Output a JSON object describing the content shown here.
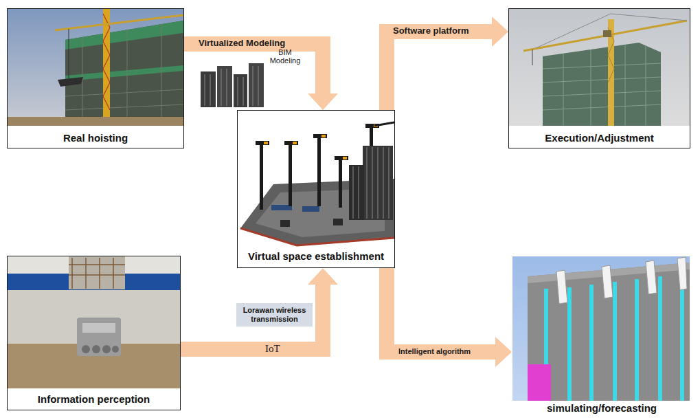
{
  "diagram": {
    "nodes": [
      {
        "text": [
          "Real hoisting"
        ]
      },
      {
        "text": [
          "Execution/Adjustment"
        ]
      },
      {
        "text": [
          "Virtual space establishment"
        ]
      },
      {
        "text": [
          "Information perception"
        ]
      },
      {
        "text": [
          "Lorawan wireless transmission"
        ]
      },
      {
        "text": [
          "simulating/forecasting"
        ]
      }
    ],
    "edges": [
      {
        "from": 0,
        "to": 2,
        "label": "Virtualized Modeling",
        "arrow": "to"
      },
      {
        "from": 2,
        "to": 1,
        "label": "Software platform",
        "arrow": "to"
      },
      {
        "from": 3,
        "to": 2,
        "label": "IoT",
        "arrow": "to"
      },
      {
        "from": 2,
        "to": 5,
        "label": "Intelligent algorithm",
        "arrow": "to"
      }
    ],
    "labels": [
      "BIM Modeling"
    ]
  }
}
